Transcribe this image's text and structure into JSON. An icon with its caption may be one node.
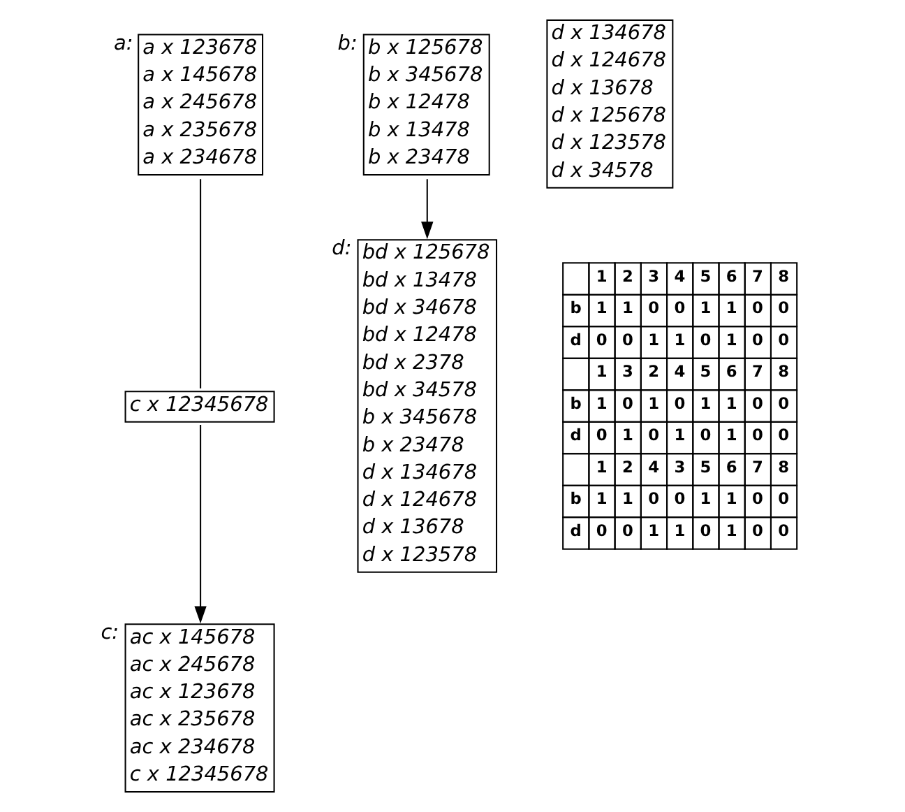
{
  "diagram": {
    "nodes": [
      {
        "text": [
          "a x 123678",
          "a x 145678",
          "a x 245678",
          "a x 235678",
          "a x 234678"
        ],
        "beside": [
          "a:"
        ]
      },
      {
        "text": [
          "b x 125678",
          "b x 345678",
          "b x 12478",
          "b x 13478",
          "b x 23478"
        ],
        "beside": [
          "b:"
        ]
      },
      {
        "text": [
          "d x 134678",
          "d x 124678",
          "d x 13678",
          "d x 125678",
          "d x 123578",
          "d x 34578"
        ]
      },
      {
        "text": [
          "c x 12345678"
        ]
      },
      {
        "text": [
          "ac x 145678",
          "ac x 245678",
          "ac x 123678",
          "ac x 235678",
          "ac x 234678",
          "c x 12345678"
        ],
        "beside": [
          "c:"
        ]
      },
      {
        "text": [
          "bd x 125678",
          "bd x 13478",
          "bd x 34678",
          "bd x 12478",
          "bd x 2378",
          "bd x 34578",
          "b x 345678",
          "b x 23478",
          "d x 134678",
          "d x 124678",
          "d x 13678",
          "d x 123578"
        ],
        "beside": [
          "d:"
        ]
      }
    ],
    "edges": [
      {
        "from": 0,
        "to": 3,
        "arrow": "none"
      },
      {
        "from": 3,
        "to": 4,
        "arrow": "to"
      },
      {
        "from": 1,
        "to": 5,
        "arrow": "to"
      }
    ],
    "labels": [
      "1",
      "2",
      "3",
      "4",
      "5",
      "6",
      "7",
      "8",
      "b",
      "1",
      "1",
      "0",
      "0",
      "1",
      "1",
      "0",
      "0",
      "d",
      "0",
      "0",
      "1",
      "1",
      "0",
      "1",
      "0",
      "0",
      "1",
      "3",
      "2",
      "4",
      "5",
      "6",
      "7",
      "8",
      "b",
      "1",
      "0",
      "1",
      "0",
      "1",
      "1",
      "0",
      "0",
      "d",
      "0",
      "1",
      "0",
      "1",
      "0",
      "1",
      "0",
      "0",
      "1",
      "2",
      "4",
      "3",
      "5",
      "6",
      "7",
      "8",
      "b",
      "1",
      "1",
      "0",
      "0",
      "1",
      "1",
      "0",
      "0",
      "d",
      "0",
      "0",
      "1",
      "1",
      "0",
      "1",
      "0",
      "0"
    ]
  }
}
